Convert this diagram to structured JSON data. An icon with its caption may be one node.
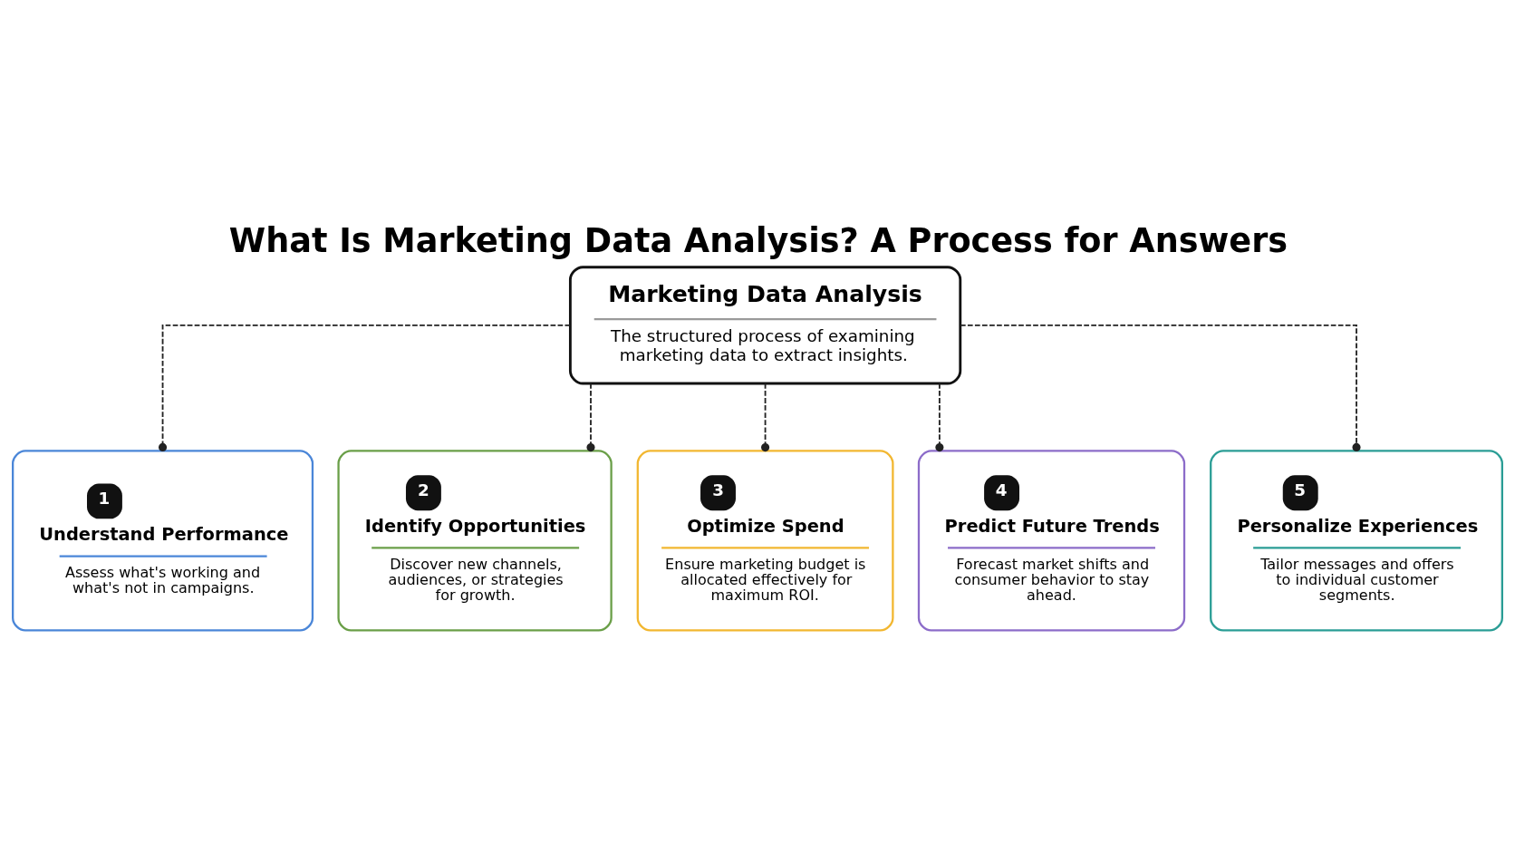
{
  "diagram": {
    "title": "What Is Marketing Data Analysis? A Process for Answers",
    "nodes": [
      {
        "text": [
          "Marketing Data Analysis",
          "The structured process of examining marketing data to extract insights."
        ]
      },
      {
        "text": [
          "1",
          "Understand Performance",
          "Assess what's working and what's not in campaigns."
        ]
      },
      {
        "text": [
          "2",
          "Identify Opportunities",
          "Discover new channels, audiences, or strategies for growth."
        ]
      },
      {
        "text": [
          "3",
          "Optimize Spend",
          "Ensure marketing budget is allocated effectively for maximum ROI."
        ]
      },
      {
        "text": [
          "4",
          "Predict Future Trends",
          "Forecast market shifts and consumer behavior to stay ahead."
        ]
      },
      {
        "text": [
          "5",
          "Personalize Experiences",
          "Tailor messages and offers to individual customer segments."
        ]
      }
    ],
    "edges": [
      {
        "from": 0,
        "to": 1,
        "arrow": "other",
        "style": "dashed"
      },
      {
        "from": 0,
        "to": 2,
        "arrow": "other",
        "style": "dashed"
      },
      {
        "from": 0,
        "to": 3,
        "arrow": "other",
        "style": "dashed"
      },
      {
        "from": 0,
        "to": 4,
        "arrow": "other",
        "style": "dashed"
      },
      {
        "from": 0,
        "to": 5,
        "arrow": "other",
        "style": "dashed"
      }
    ]
  }
}
